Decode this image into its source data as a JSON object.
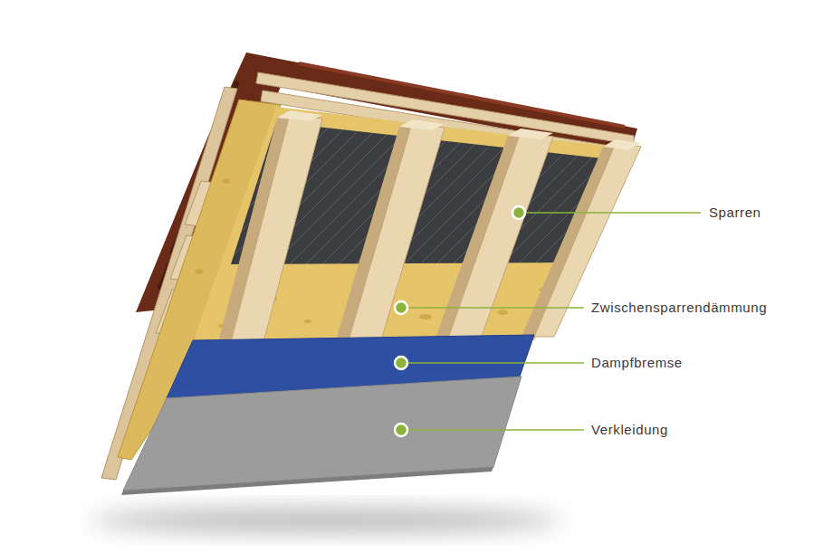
{
  "diagram": {
    "labels": [
      "Sparren",
      "Zwischensparrendämmung",
      "Dampfbremse",
      "Verkleidung"
    ]
  }
}
